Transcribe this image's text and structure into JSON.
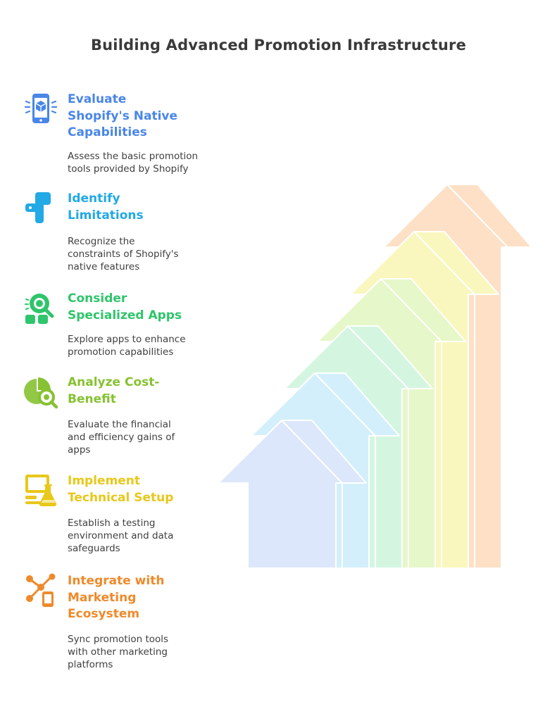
{
  "title": "Building Advanced Promotion Infrastructure",
  "steps": [
    {
      "heading": "Evaluate Shopify's Native Capabilities",
      "heading_lines": [
        "Evaluate",
        "Shopify's Native",
        "Capabilities"
      ],
      "description_lines": [
        "Assess the basic promotion",
        "tools provided by Shopify"
      ],
      "color": "#4a86e8",
      "icon": "mobile-cube-icon"
    },
    {
      "heading": "Identify Limitations",
      "heading_lines": [
        "Identify",
        "Limitations"
      ],
      "description_lines": [
        "Recognize the",
        "constraints of Shopify's",
        "native features"
      ],
      "color": "#22a9e6",
      "icon": "puzzle-blocks-icon"
    },
    {
      "heading": "Consider Specialized Apps",
      "heading_lines": [
        "Consider",
        "Specialized Apps"
      ],
      "description_lines": [
        "Explore apps to enhance",
        "promotion capabilities"
      ],
      "color": "#2fc56b",
      "icon": "search-apps-icon"
    },
    {
      "heading": "Analyze Cost-Benefit",
      "heading_lines": [
        "Analyze Cost-",
        "Benefit"
      ],
      "description_lines": [
        "Evaluate the financial",
        "and efficiency gains of",
        "apps"
      ],
      "color": "#86c232",
      "icon": "pie-chart-magnifier-icon"
    },
    {
      "heading": "Implement Technical Setup",
      "heading_lines": [
        "Implement",
        "Technical Setup"
      ],
      "description_lines": [
        "Establish a testing",
        "environment and data",
        "safeguards"
      ],
      "color": "#e8c81a",
      "icon": "monitor-flask-icon"
    },
    {
      "heading": "Integrate with Marketing Ecosystem",
      "heading_lines": [
        "Integrate with",
        "Marketing",
        "Ecosystem"
      ],
      "description_lines": [
        "Sync promotion tools",
        "with other marketing",
        "platforms"
      ],
      "color": "#ee8a2a",
      "icon": "network-phone-icon"
    }
  ],
  "arrow_colors": [
    "#dde7fb",
    "#d3effb",
    "#d4f6e1",
    "#e6f7c9",
    "#f9f7bd",
    "#fde0c6"
  ]
}
